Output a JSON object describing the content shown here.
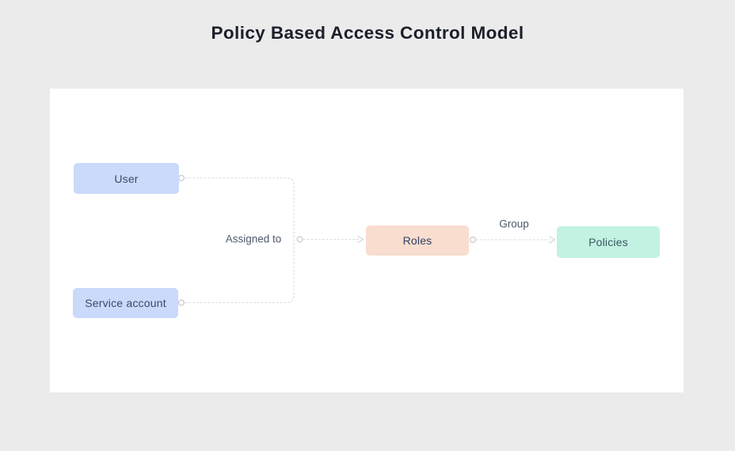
{
  "title": "Policy Based Access Control Model",
  "page_background": "#ebebeb",
  "canvas_background": "#ffffff",
  "diagram": {
    "nodes": [
      {
        "id": "user",
        "label": "User",
        "fill": "#cbd9fa",
        "text_color": "#3d4866"
      },
      {
        "id": "service-account",
        "label": "Service account",
        "fill": "#cbd9fa",
        "text_color": "#3d4866"
      },
      {
        "id": "roles",
        "label": "Roles",
        "fill": "#f9ddcf",
        "text_color": "#324064"
      },
      {
        "id": "policies",
        "label": "Policies",
        "fill": "#c3f2e3",
        "text_color": "#3a565e"
      }
    ],
    "edges": [
      {
        "from": "user",
        "to": "junction",
        "label": ""
      },
      {
        "from": "service-account",
        "to": "junction",
        "label": ""
      },
      {
        "from": "junction",
        "to": "roles",
        "label": "Assigned to"
      },
      {
        "from": "roles",
        "to": "policies",
        "label": "Group"
      }
    ],
    "edge_color": "#d6d9df",
    "handle_color": "#c3c9d4",
    "edge_style": "dashed"
  }
}
